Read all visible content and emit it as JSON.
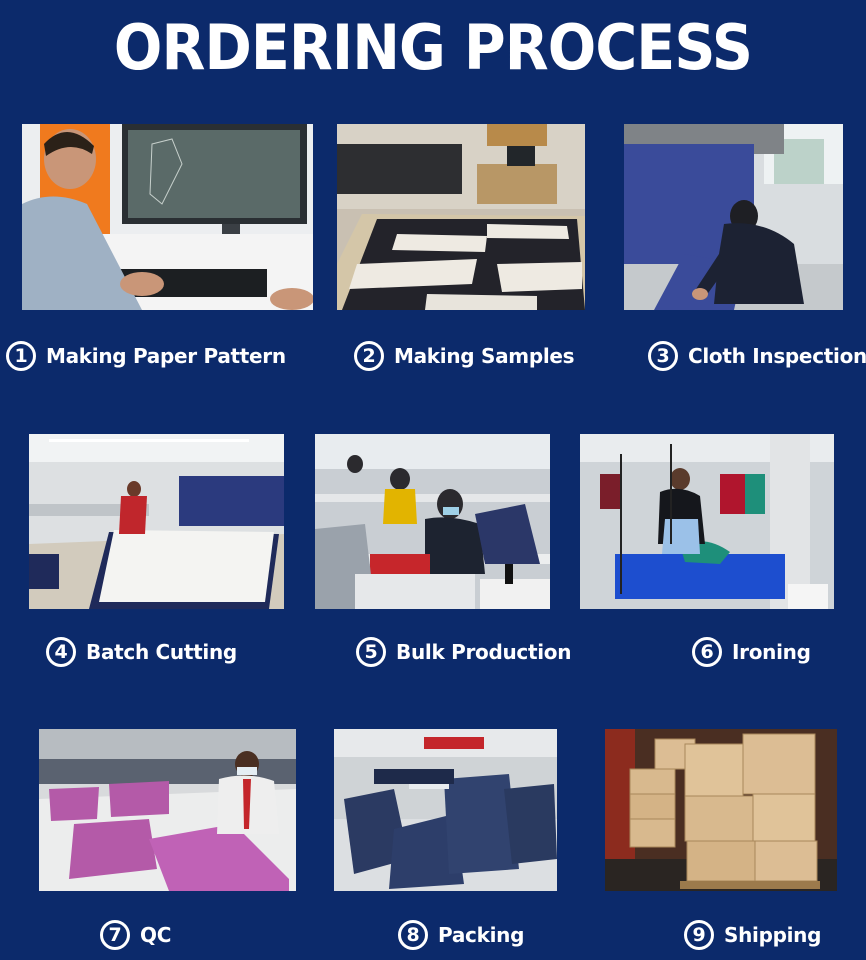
{
  "title": "ORDERING PROCESS",
  "steps": [
    {
      "num": "1",
      "label": "Making Paper Pattern",
      "photo": "designer-at-computer"
    },
    {
      "num": "2",
      "label": "Making Samples",
      "photo": "pattern-table-plotter"
    },
    {
      "num": "3",
      "label": "Cloth Inspection",
      "photo": "fabric-inspection-machine"
    },
    {
      "num": "4",
      "label": "Batch Cutting",
      "photo": "cutting-floor"
    },
    {
      "num": "5",
      "label": "Bulk Production",
      "photo": "sewing-line"
    },
    {
      "num": "6",
      "label": "Ironing",
      "photo": "ironing-station"
    },
    {
      "num": "7",
      "label": "QC",
      "photo": "qc-inspection"
    },
    {
      "num": "8",
      "label": "Packing",
      "photo": "packed-garments"
    },
    {
      "num": "9",
      "label": "Shipping",
      "photo": "carton-boxes"
    }
  ],
  "colors": {
    "background": "#0c2a6b",
    "text": "#ffffff"
  }
}
